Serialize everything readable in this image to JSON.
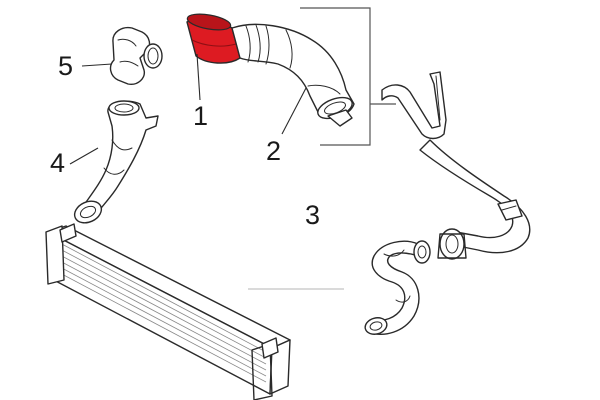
{
  "diagram": {
    "highlight_color": "#dd1b22",
    "outline_color": "#2a2a2a",
    "callouts": {
      "part_1": "1",
      "part_2": "2",
      "part_3": "3",
      "part_4": "4",
      "part_5": "5"
    }
  }
}
